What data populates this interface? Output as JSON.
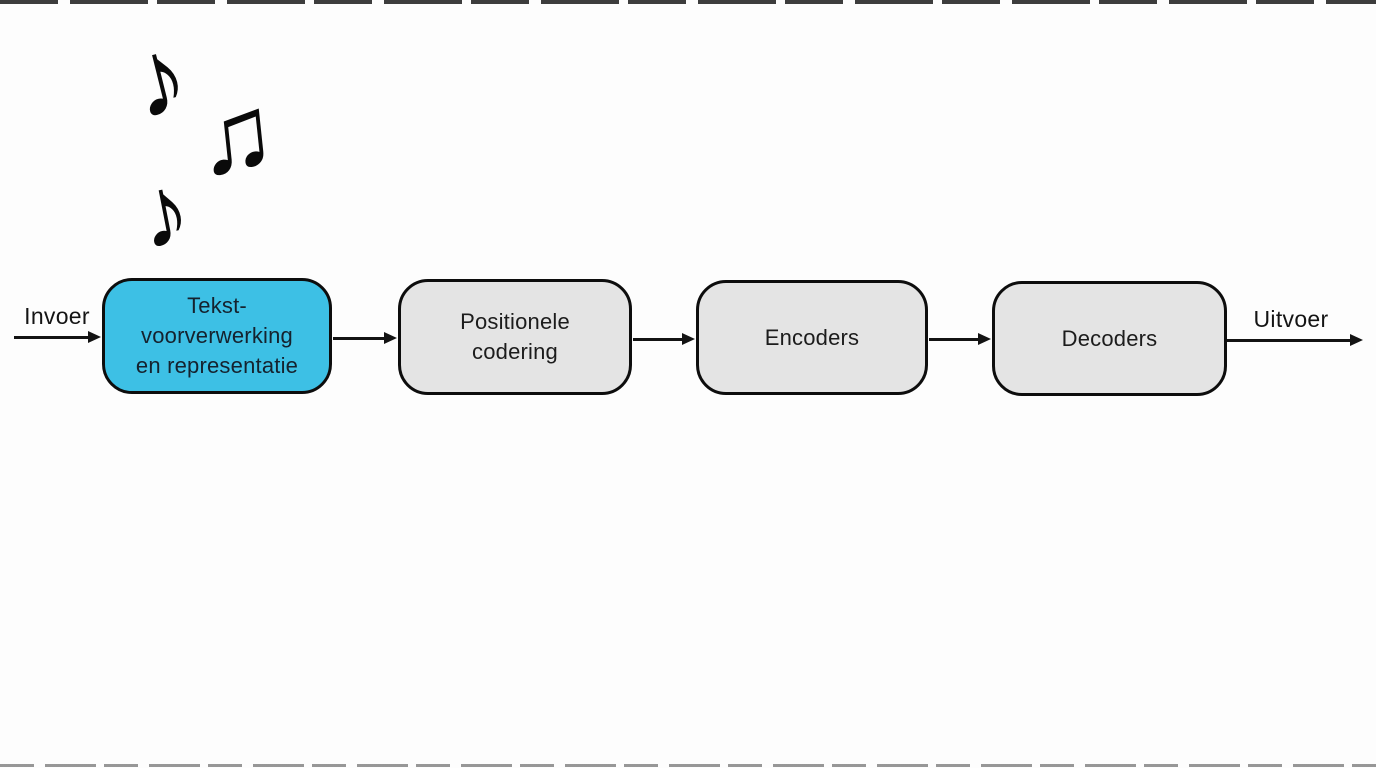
{
  "flow": {
    "input_label": "Invoer",
    "output_label": "Uitvoer",
    "nodes": [
      {
        "name": "tekst-voorverwerking",
        "lines": [
          "Tekst-",
          "voorverwerking",
          "en representatie"
        ],
        "highlighted": true
      },
      {
        "name": "positionele-codering",
        "lines": [
          "Positionele",
          "codering"
        ],
        "highlighted": false
      },
      {
        "name": "encoders",
        "lines": [
          "Encoders"
        ],
        "highlighted": false
      },
      {
        "name": "decoders",
        "lines": [
          "Decoders"
        ],
        "highlighted": false
      }
    ]
  },
  "decoration": {
    "notes": [
      {
        "icon": "eighth-note-icon",
        "glyph": "♪"
      },
      {
        "icon": "beamed-eighth-notes-icon",
        "glyph": "♫"
      },
      {
        "icon": "eighth-note-icon",
        "glyph": "♪"
      }
    ]
  },
  "colors": {
    "highlight_fill": "#3dc0e5",
    "highlight_text": "#15222e",
    "node_fill": "#e4e4e4",
    "node_text": "#1c1c1c",
    "outline": "#0d0d0d",
    "arrow": "#131313",
    "background": "#fdfdfd",
    "note_black": "#0a0a0a"
  }
}
